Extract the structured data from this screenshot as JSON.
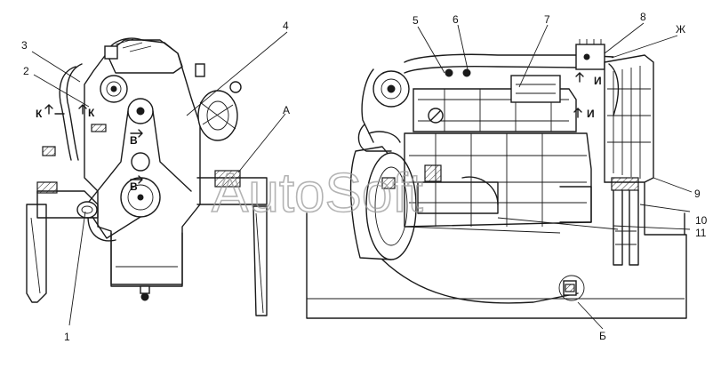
{
  "watermark": "AutoSoft",
  "callouts": {
    "n1": "1",
    "n2": "2",
    "n3": "3",
    "n4": "4",
    "n5": "5",
    "n6": "6",
    "n7": "7",
    "n8": "8",
    "n9": "9",
    "n10": "10",
    "n11": "11",
    "A": "А",
    "B": "Б",
    "Zh": "Ж"
  },
  "section_marks": {
    "K_left": "К",
    "K_right": "К",
    "V_top": "В",
    "V_bottom": "В",
    "I_top": "И",
    "I_bottom": "И"
  }
}
